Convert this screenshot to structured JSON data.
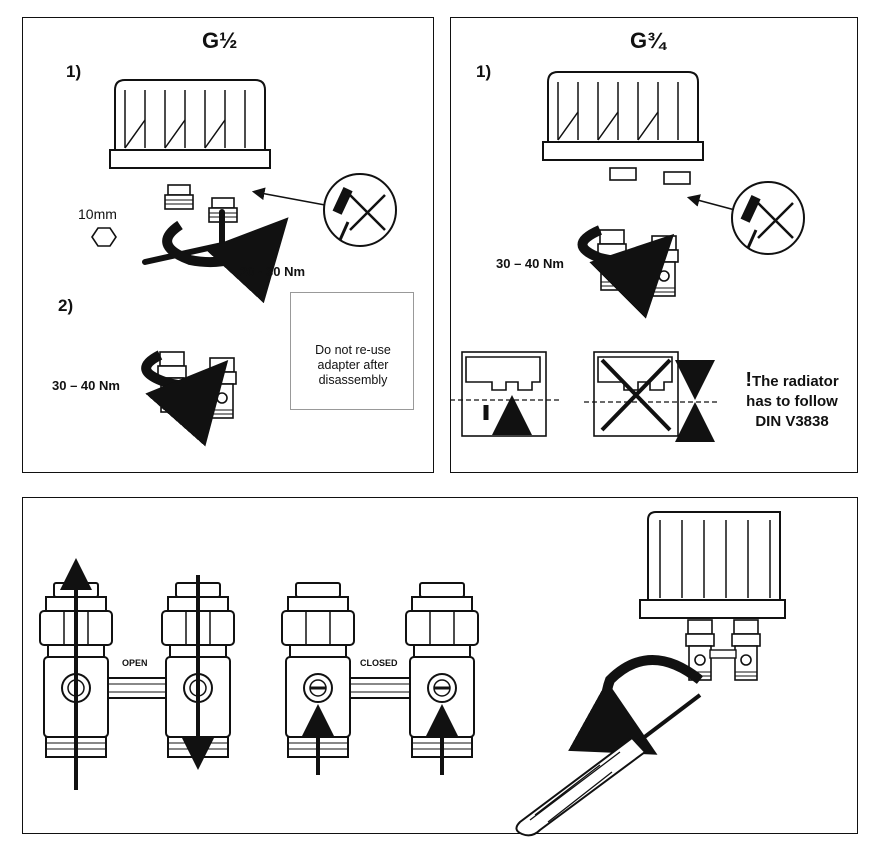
{
  "panel_left": {
    "title": "G½",
    "step1": "1)",
    "step2": "2)",
    "hex_size": "10mm",
    "torque_adapter": "20 - 30 Nm",
    "torque_valve": "30 – 40 Nm",
    "warning_lines": [
      "Do not re-use",
      "adapter after",
      "disassembly"
    ]
  },
  "panel_right": {
    "title": "G¾",
    "step1": "1)",
    "torque_valve": "30 – 40 Nm",
    "note_mark": "!",
    "note_lines": [
      "The radiator",
      "has to follow",
      "DIN V3838"
    ]
  },
  "panel_bottom": {
    "open_label": "OPEN",
    "closed_label": "CLOSED"
  },
  "colors": {
    "stroke": "#111111",
    "valve_fill": "#ffffff",
    "shade": "#888888"
  }
}
